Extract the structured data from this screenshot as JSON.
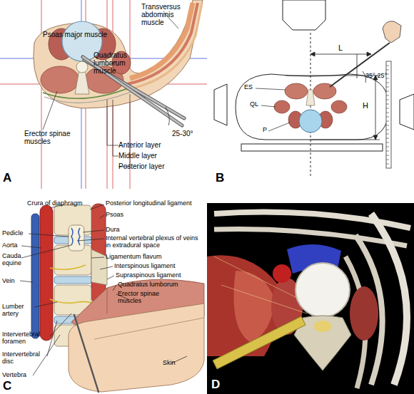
{
  "diagram": {
    "labels": [
      "Psoas major muscle",
      "Quadratus lumborum muscle",
      "Transversus abdominis muscle",
      "Erector spinae muscles",
      "Anterior layer",
      "Middle layer",
      "Posterior layer",
      "25-30°",
      "A",
      "L",
      "35°-25°",
      "H",
      "ES",
      "QL",
      "P",
      "B",
      "Crura of diaphragm",
      "Posterior longitudinal ligament",
      "Psoas",
      "Pedicle",
      "Dura",
      "Internal vertebral plexus of veins in extradural space",
      "Aorta",
      "Cauda equine",
      "Ligamentum flavum",
      "Interspinous ligament",
      "Supraspinous ligament",
      "Vein",
      "Quadratus lumborum",
      "Erector spinae muscles",
      "Lumber artery",
      "Intervertebral foramen",
      "Intervertebral disc",
      "Vertebra",
      "Skin",
      "C",
      "D"
    ]
  }
}
